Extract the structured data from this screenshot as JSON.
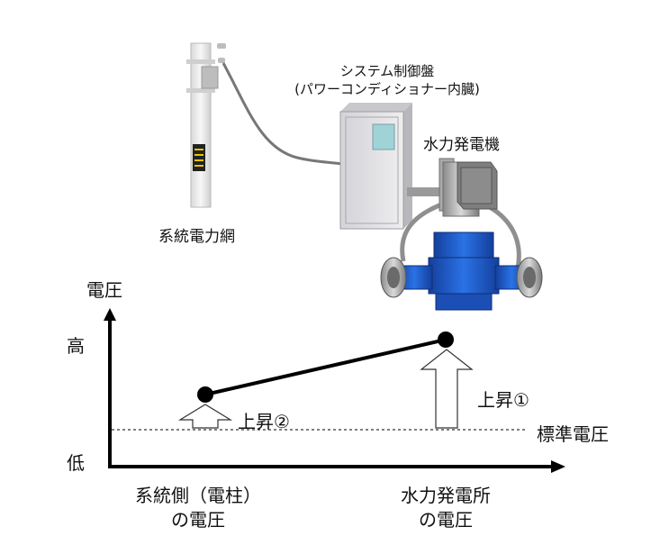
{
  "labels": {
    "control_panel_line1": "システム制御盤",
    "control_panel_line2": "(パワーコンディショナー内臓)",
    "hydro_generator": "水力発電機",
    "power_grid": "系統電力網",
    "y_axis_title": "電圧",
    "y_high": "高",
    "y_low": "低",
    "rise_1": "上昇①",
    "rise_2": "上昇②",
    "standard_voltage": "標準電圧",
    "x_left_line1": "系統側（電柱）",
    "x_left_line2": "の電圧",
    "x_right_line1": "水力発電所",
    "x_right_line2": "の電圧"
  },
  "colors": {
    "pump_blue": "#1f5fcf",
    "panel_gray": "#e3e3e6",
    "panel_window": "#9fd3d8",
    "pole_stripes": "#e8c400"
  }
}
